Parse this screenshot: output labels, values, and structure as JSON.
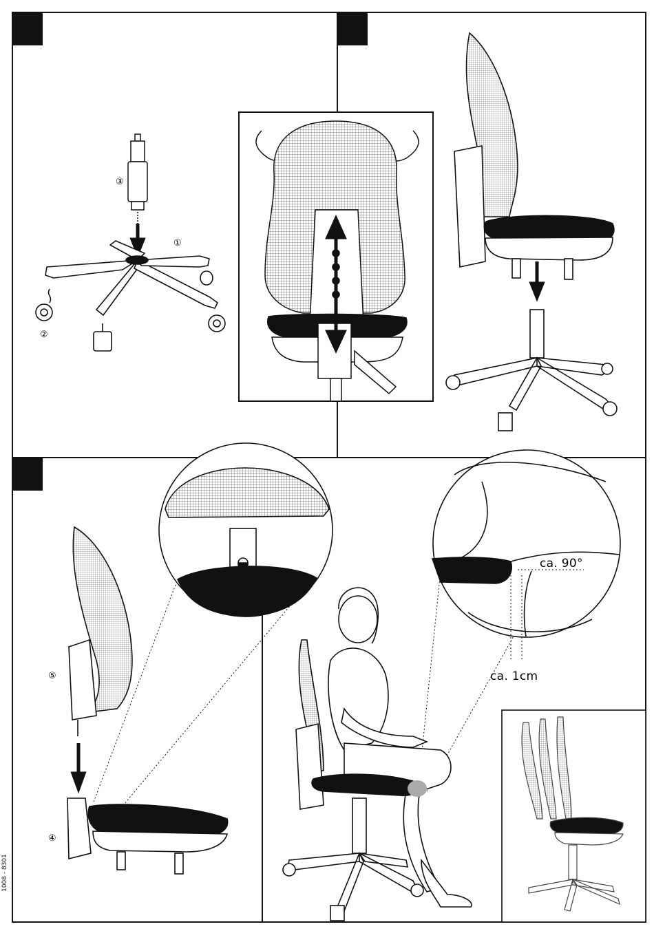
{
  "parts": {
    "base": "①",
    "casters": "②",
    "gas_spring": "③",
    "seat": "④",
    "backrest": "⑤"
  },
  "annotations": {
    "angle": "ca. 90°",
    "distance": "ca. 1cm"
  },
  "doc_code": "1008 - 8301"
}
